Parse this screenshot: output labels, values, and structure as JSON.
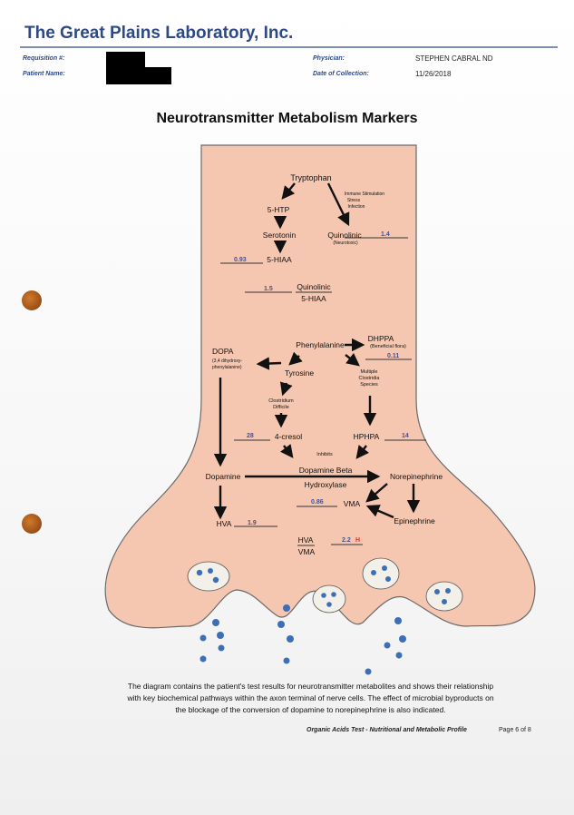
{
  "header": {
    "lab_name": "The Great Plains Laboratory, Inc.",
    "requisition_label": "Requisition #:",
    "patient_label": "Patient Name:",
    "physician_label": "Physician:",
    "physician_value": "STEPHEN CABRAL ND",
    "collection_label": "Date of Collection:",
    "collection_value": "11/26/2018"
  },
  "title": "Neurotransmitter Metabolism Markers",
  "diagram": {
    "labels": {
      "tryptophan": "Tryptophan",
      "immune_1": "Immune Stimulation",
      "immune_2": "Stress",
      "immune_3": "Infection",
      "htp": "5-HTP",
      "serotonin": "Serotonin",
      "quinolinic": "Quinolinic",
      "neurotoxic": "(Neurotoxic)",
      "hiaa": "5-HIAA",
      "ratio_num": "Quinolinic",
      "ratio_den": "5-HIAA",
      "dhppa": "DHPPA",
      "beneficial": "(Beneficial flora)",
      "phenylalanine": "Phenylalanine",
      "dopa": "DOPA",
      "dopa_sub_1": "(3,4 dihydroxy-",
      "dopa_sub_2": "phenylalanine)",
      "tyrosine": "Tyrosine",
      "multiple_1": "Multiple",
      "multiple_2": "Clostridia",
      "multiple_3": "Species",
      "cdiff_1": "Clostridium",
      "cdiff_2": "Difficile",
      "cresol": "4-cresol",
      "hphpa": "HPHPA",
      "inhibits": "Inhibits",
      "dopamine": "Dopamine",
      "dbh_1": "Dopamine Beta",
      "dbh_2": "Hydroxylase",
      "norepinephrine": "Norepinephrine",
      "vma": "VMA",
      "epinephrine": "Epinephrine",
      "hva": "HVA",
      "hva_num": "HVA",
      "vma_den": "VMA"
    },
    "values": {
      "quinolinic": "1.4",
      "hiaa": "0.93",
      "quin_hiaa_ratio": "1.5",
      "dhppa": "0.11",
      "cresol": "28",
      "hphpa": "14",
      "vma": "0.86",
      "hva": "1.9",
      "hva_vma_ratio": "2.2",
      "hva_vma_flag": "H"
    },
    "colors": {
      "neuron_fill": "#f6c7b0",
      "neuron_outline": "#6a6a6a",
      "value_blue": "#3d52a1",
      "flag_red": "#d23a2a",
      "vesicle_blue": "#3c6fb5"
    }
  },
  "caption": "The diagram contains the patient's test results for neurotransmitter metabolites and shows their relationship with key biochemical pathways within the axon terminal of nerve cells. The effect of microbial byproducts on the blockage of the conversion of dopamine to norepinephrine is also indicated.",
  "footer": {
    "report_name": "Organic Acids Test - Nutritional and Metabolic Profile",
    "page": "Page 6 of 8"
  }
}
